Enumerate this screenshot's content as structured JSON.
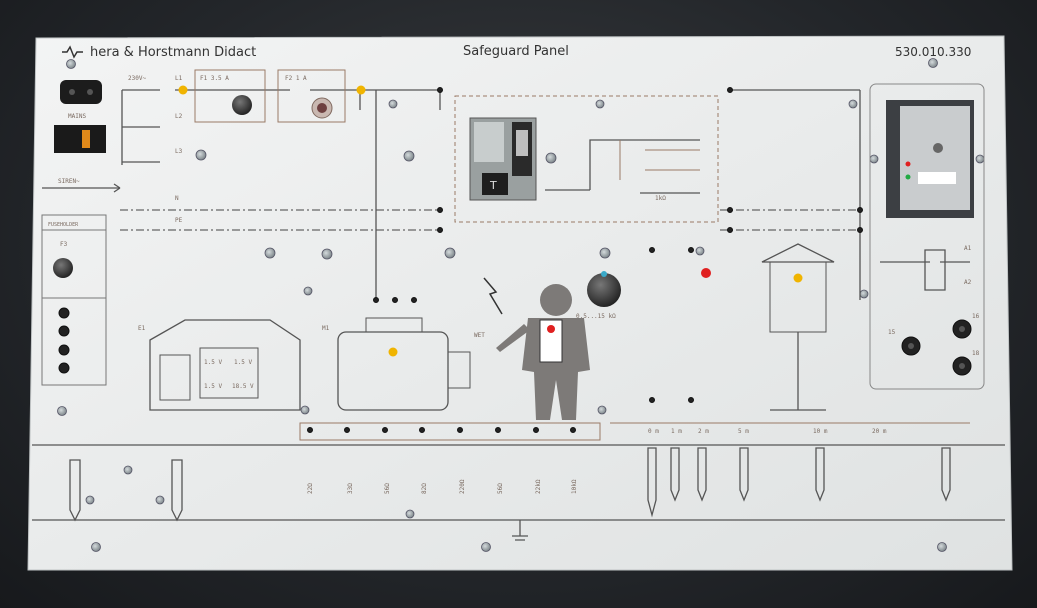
{
  "brand": "hera & Horstmann Didact",
  "panel_title": "Safeguard Panel",
  "part_number": "530.010.330",
  "labels": {
    "mains": "MAINS",
    "voltage": "230V~",
    "fuse1": "F1 3.5 A",
    "fuse2": "F2 1 A",
    "l1": "L1",
    "l2": "L2",
    "l3": "L3",
    "n": "N",
    "pe": "PE",
    "siren": "SIREN~",
    "fuse_box": "FUSEHOLDER",
    "f3": "F3",
    "e1": "E1",
    "m1": "M1",
    "wet": "WET",
    "ohm1": "1kΩ",
    "res_range": "0.5...15 kΩ",
    "test_btn": "T",
    "a1": "A1",
    "a2": "A2",
    "t15": "15",
    "t16": "16",
    "t18": "18",
    "dist": [
      "0 m",
      "1 m",
      "2 m",
      "5 m",
      "10 m",
      "20 m"
    ],
    "ground_r": [
      "22Ω",
      "33Ω",
      "56Ω",
      "82Ω",
      "220Ω",
      "56Ω",
      "22kΩ",
      "10kΩ"
    ],
    "v1": "1.5 V",
    "v2": "1.5 V",
    "v3": "1.5 V",
    "v4": "18.5 V"
  },
  "colors": {
    "panel": "#eceeed",
    "indicator": "#f0b400",
    "red_led": "#e02020",
    "knob_accent": "#3aa9c8"
  }
}
